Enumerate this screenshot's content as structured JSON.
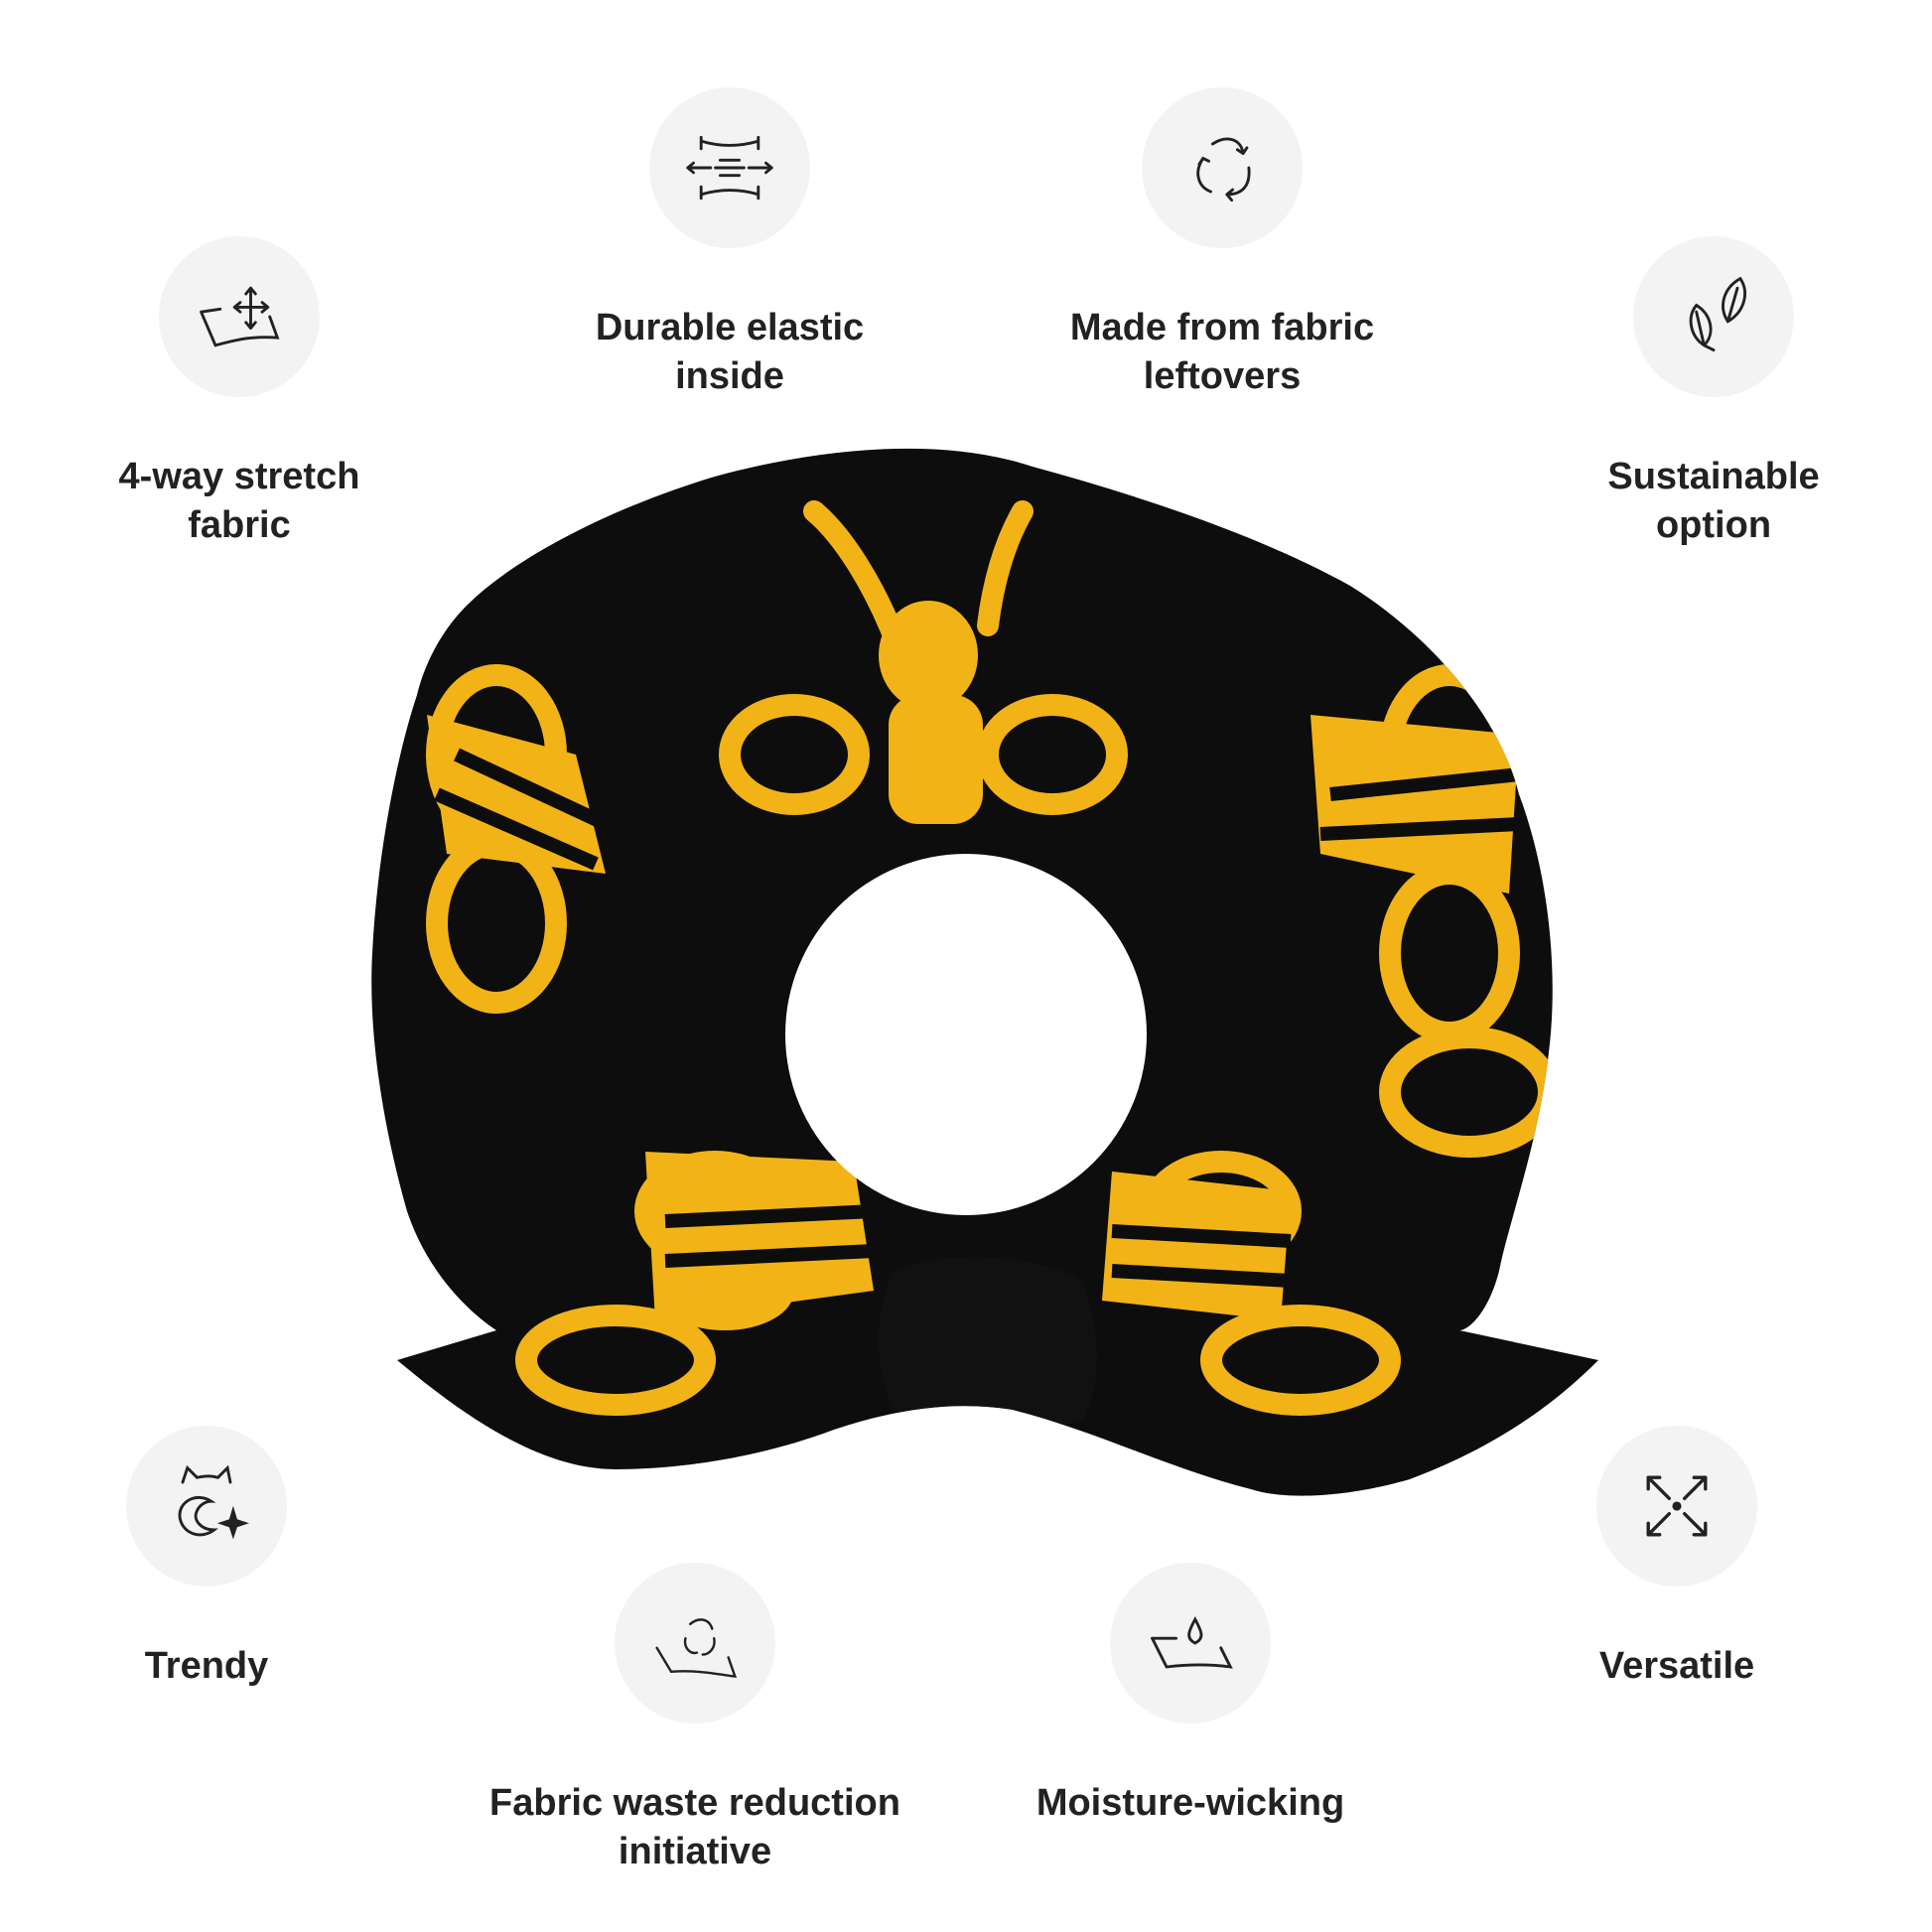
{
  "features": [
    {
      "id": "durable-elastic",
      "icon": "stretch-arrows-icon",
      "lines": [
        "Durable elastic",
        "inside"
      ]
    },
    {
      "id": "fabric-leftovers",
      "icon": "recycle-arrows-icon",
      "lines": [
        "Made from fabric",
        "leftovers"
      ]
    },
    {
      "id": "four-way-stretch",
      "icon": "fabric-stretch-icon",
      "lines": [
        "4-way stretch",
        "fabric"
      ]
    },
    {
      "id": "sustainable",
      "icon": "leaves-icon",
      "lines": [
        "Sustainable",
        "option"
      ]
    },
    {
      "id": "trendy",
      "icon": "cat-sparkle-icon",
      "lines": [
        "Trendy"
      ]
    },
    {
      "id": "fabric-waste",
      "icon": "fabric-recycle-icon",
      "lines": [
        "Fabric waste reduction",
        "initiative"
      ]
    },
    {
      "id": "moisture-wicking",
      "icon": "fabric-droplet-icon",
      "lines": [
        "Moisture-wicking"
      ]
    },
    {
      "id": "versatile",
      "icon": "expand-arrows-icon",
      "lines": [
        "Versatile"
      ]
    }
  ],
  "colors": {
    "fabric": "#0d0d0d",
    "pattern": "#f2b316",
    "icon_bg": "#f3f3f3",
    "text": "#222222"
  }
}
